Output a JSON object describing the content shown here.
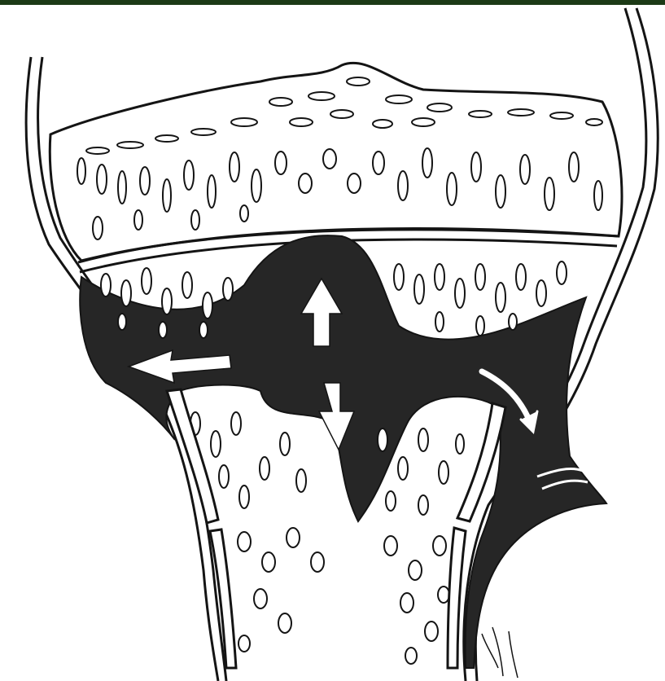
{
  "figure": {
    "subject": "bone-metaphysis-cross-section",
    "colors": {
      "ink": "#141414",
      "paper": "#ffffff",
      "top_bar": "#1c3a16",
      "lesion_fill": "#262626",
      "arrow_fill": "#ffffff"
    },
    "arrows": [
      {
        "name": "arrow-up",
        "direction": "up"
      },
      {
        "name": "arrow-down",
        "direction": "down"
      },
      {
        "name": "arrow-left",
        "direction": "left"
      },
      {
        "name": "arrow-right-curved",
        "direction": "right-down"
      }
    ]
  }
}
